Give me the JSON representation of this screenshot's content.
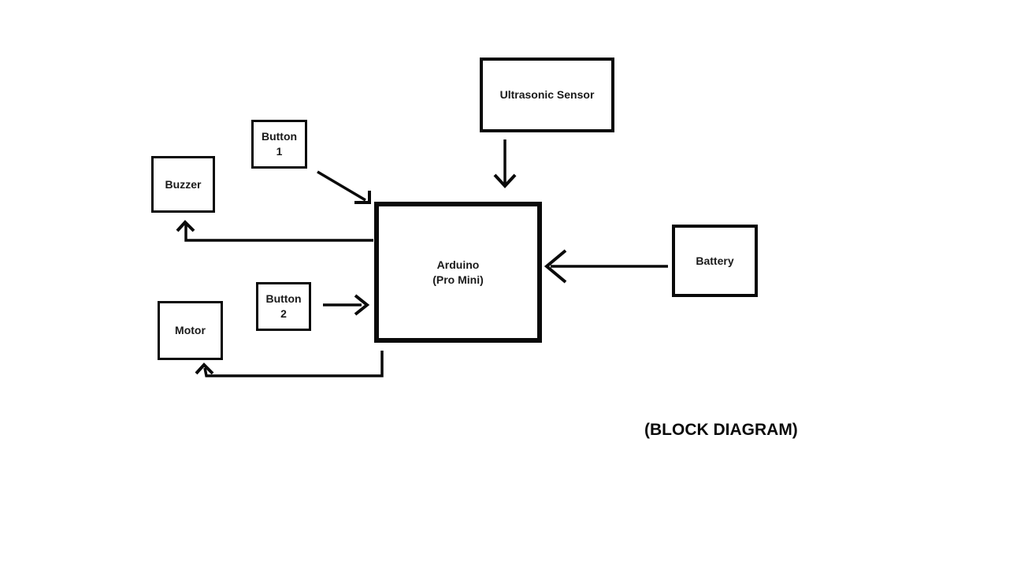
{
  "canvas": {
    "background_color": "#ffffff",
    "ink_color": "#0a0a0a"
  },
  "caption": "(BLOCK DIAGRAM)",
  "blocks": {
    "ultrasonic": {
      "label": "Ultrasonic Sensor"
    },
    "button1": {
      "line1": "Button",
      "line2": "1"
    },
    "buzzer": {
      "label": "Buzzer"
    },
    "arduino": {
      "line1": "Arduino",
      "line2": "(Pro Mini)"
    },
    "battery": {
      "label": "Battery"
    },
    "button2": {
      "line1": "Button",
      "line2": "2"
    },
    "motor": {
      "label": "Motor"
    }
  },
  "connections": [
    {
      "from": "Ultrasonic Sensor",
      "to": "Arduino (Pro Mini)"
    },
    {
      "from": "Button 1",
      "to": "Arduino (Pro Mini)"
    },
    {
      "from": "Button 2",
      "to": "Arduino (Pro Mini)"
    },
    {
      "from": "Battery",
      "to": "Arduino (Pro Mini)"
    },
    {
      "from": "Arduino (Pro Mini)",
      "to": "Buzzer"
    },
    {
      "from": "Arduino (Pro Mini)",
      "to": "Motor"
    }
  ]
}
